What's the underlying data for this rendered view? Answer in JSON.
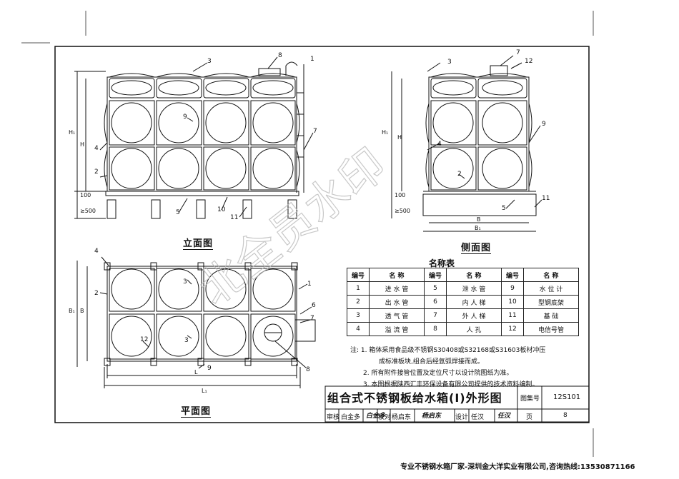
{
  "views": {
    "front": "立面图",
    "side": "侧面图",
    "plan": "平面图"
  },
  "legend": {
    "title": "名称表",
    "header": [
      "编号",
      "名 称",
      "编号",
      "名 称",
      "编号",
      "名 称"
    ],
    "rows": [
      [
        "1",
        "进 水 管",
        "5",
        "泄 水 管",
        "9",
        "水 位 计"
      ],
      [
        "2",
        "出 水 管",
        "6",
        "内 人 梯",
        "10",
        "型钢底架"
      ],
      [
        "3",
        "透 气 管",
        "7",
        "外 人 梯",
        "11",
        "基 础"
      ],
      [
        "4",
        "溢 流 管",
        "8",
        "人 孔",
        "12",
        "电信号管"
      ]
    ]
  },
  "notes": [
    "注: 1. 箱体采用食品级不锈钢S30408或S32168或S31603板材冲压",
    "成标准板块,组合后经氩弧焊接而成。",
    "2. 所有附件接管位置及定位尺寸以设计院图纸为准。",
    "3. 本图根据陕西汇丰环保设备有限公司提供的技术资料编制。"
  ],
  "title_block": {
    "title": "组合式不锈钢板给水箱(Ⅰ)外形图",
    "atlas_label": "图集号",
    "atlas_no": "12S101",
    "review_label": "审核",
    "review_name": "白金多",
    "check_label": "校对",
    "check_name": "杨启东",
    "design_label": "设计",
    "design_name": "任汉",
    "page_label": "页",
    "page_no": "8"
  },
  "dimensions": {
    "H1": "H₁",
    "H": "H",
    "d100": "100",
    "d500": "≥500",
    "L": "L",
    "L1": "L₁",
    "B": "B",
    "B1": "B₁"
  },
  "callouts": [
    "1",
    "2",
    "3",
    "4",
    "5",
    "6",
    "7",
    "8",
    "9",
    "10",
    "11",
    "12"
  ],
  "watermark": "北全员水印",
  "footer": "专业不锈钢水箱厂家-深圳金大洋实业有限公司,咨询热线:13530871166"
}
